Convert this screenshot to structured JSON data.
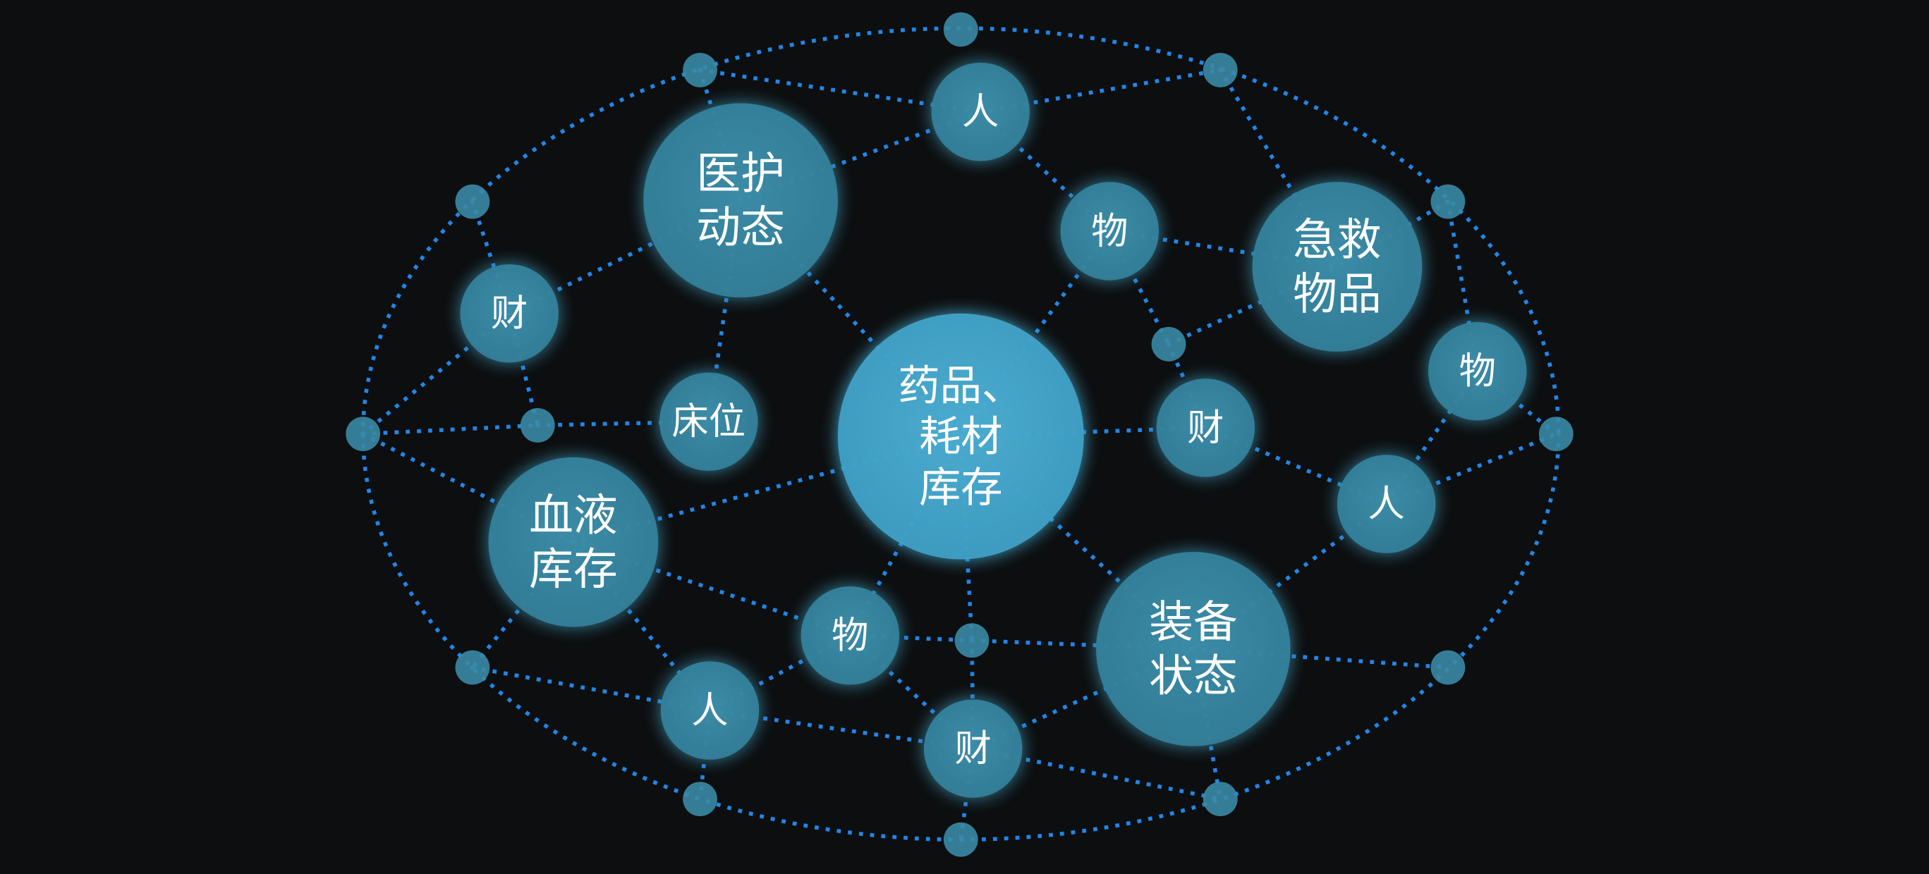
{
  "hubs": {
    "inventory": [
      "药品、",
      "耗材",
      "库存"
    ],
    "medical_staff": [
      "医护",
      "动态"
    ],
    "first_aid": [
      "急救",
      "物品"
    ],
    "blood": [
      "血液",
      "库存"
    ],
    "equipment": [
      "装备",
      "状态"
    ],
    "beds": [
      "床位"
    ]
  },
  "satellites": {
    "people": "人",
    "goods": "物",
    "finance": "财"
  },
  "colors": {
    "background": "#0d0e0f",
    "link": "#1f86ea",
    "node": "#3a88a4",
    "center_node": "#47a9cf"
  }
}
